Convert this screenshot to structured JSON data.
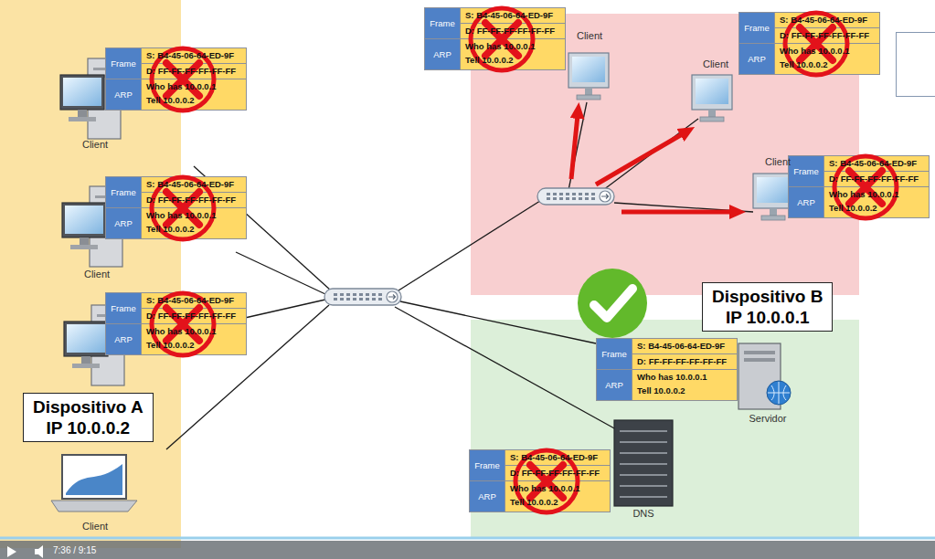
{
  "diagram": {
    "nodes": [
      {
        "text": [
          "Frame",
          "S: B4-45-06-64-ED-9F",
          "D: FF-FF-FF-FF-FF-FF",
          "ARP",
          "Who has 10.0.0.1",
          "Tell 10.0.0.2"
        ]
      },
      {
        "text": [
          "Frame",
          "S: B4-45-06-64-ED-9F",
          "D: FF-FF-FF-FF-FF-FF",
          "ARP",
          "Who has 10.0.0.1",
          "Tell 10.0.0.2"
        ]
      },
      {
        "text": [
          "Frame",
          "S: B4-45-06-64-ED-9F",
          "D: FF-FF-FF-FF-FF-FF",
          "ARP",
          "Who has 10.0.0.1",
          "Tell 10.0.0.2"
        ]
      },
      {
        "text": [
          "Frame",
          "S: B4-45-06-64-ED-9F",
          "D: FF-FF-FF-FF-FF-FF",
          "ARP",
          "Who has 10.0.0.1",
          "Tell 10.0.0.2"
        ]
      },
      {
        "text": [
          "Frame",
          "S: B4-45-06-64-ED-9F",
          "D: FF-FF-FF-FF-FF-FF",
          "ARP",
          "Who has 10.0.0.1",
          "Tell 10.0.0.2"
        ]
      },
      {
        "text": [
          "Dispositivo B",
          "IP 10.0.0.1"
        ]
      },
      {
        "text": [
          "Frame",
          "S: B4-45-06-64-ED-9F",
          "D: FF-FF-FF-FF-FF-FF",
          "ARP",
          "Who has 10.0.0.1",
          "Tell 10.0.0.2"
        ]
      },
      {
        "text": [
          "Frame",
          "S: B4-45-06-64-ED-9F",
          "D: FF-FF-FF-FF-FF-FF",
          "ARP",
          "Who has 10.0.0.1",
          "Tell 10.0.0.2"
        ]
      },
      {
        "text": [
          "Dispositivo A",
          "IP 10.0.0.2"
        ]
      },
      {
        "text": [
          "Frame",
          "S: B4-45-06-64-ED-9F",
          "D: FF-FF-FF-FF-FF-FF",
          "ARP",
          "Who has 10.0.0.1",
          "Tell 10.0.0.2"
        ]
      }
    ],
    "labels": [
      "Client",
      "Client",
      "Client",
      "Client",
      "Client",
      "Servidor",
      "DNS",
      "Client",
      "7:36 / 9:15"
    ]
  }
}
